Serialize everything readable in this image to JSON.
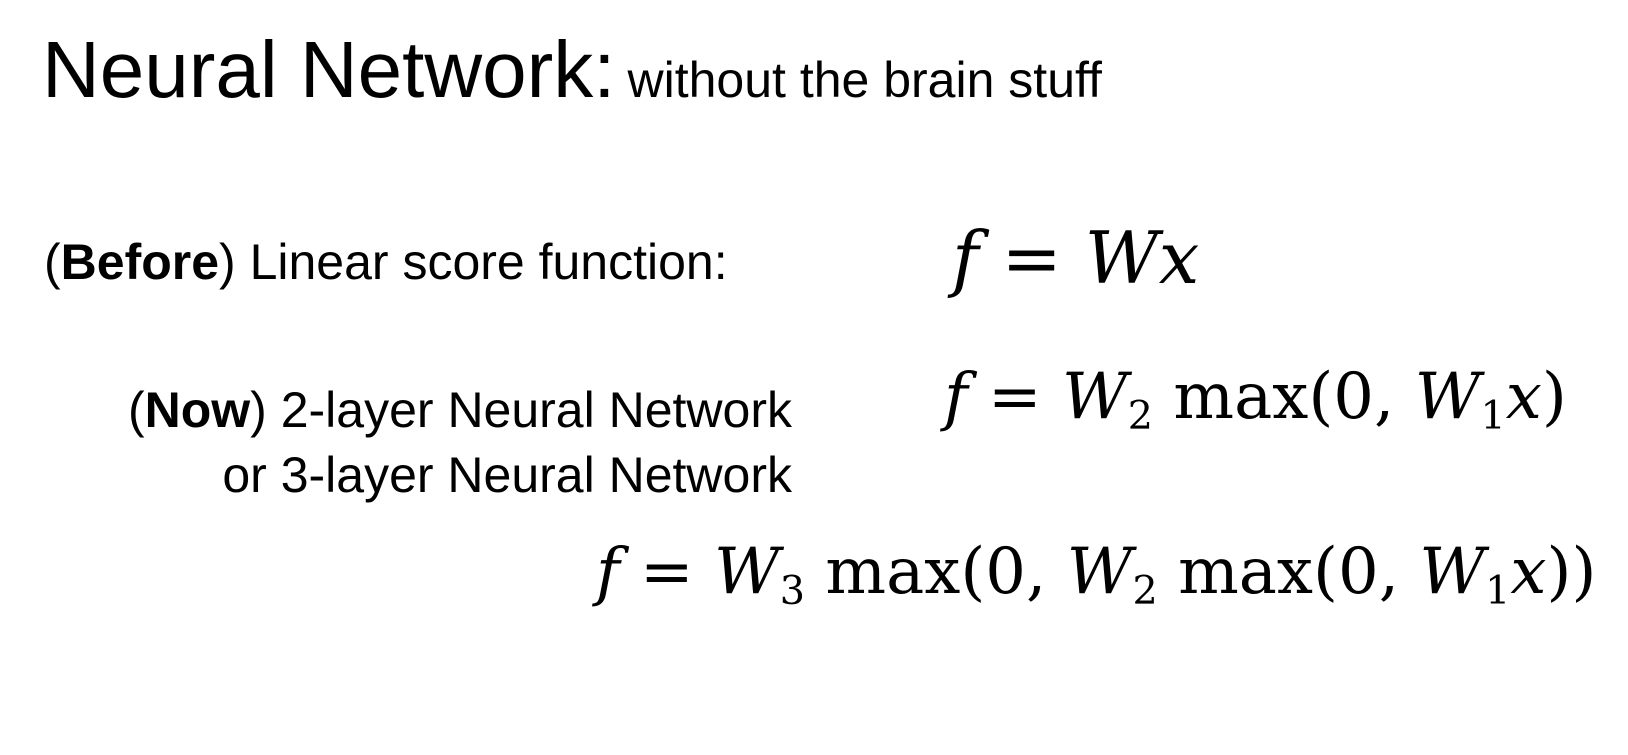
{
  "slide": {
    "title_main": "Neural Network:",
    "title_sub": "without the brain stuff",
    "before": {
      "open_paren": "(",
      "bold": "Before",
      "rest": ") Linear score function:"
    },
    "now": {
      "open_paren": "(",
      "bold": "Now",
      "rest": ") 2-layer Neural Network",
      "line2": "or 3-layer Neural Network"
    },
    "formulas": {
      "linear": {
        "f": "f",
        "eq": " = ",
        "W": "W",
        "x": "x"
      },
      "two_layer": {
        "f": "f",
        "eq": " = ",
        "W2": "W",
        "W2_sub": "2",
        "max_open": " max(0, ",
        "W1": "W",
        "W1_sub": "1",
        "x": "x",
        "close": ")"
      },
      "three_layer": {
        "f": "f",
        "eq": " = ",
        "W3": "W",
        "W3_sub": "3",
        "max_open1": " max(0, ",
        "W2": "W",
        "W2_sub": "2",
        "max_open2": " max(0, ",
        "W1": "W",
        "W1_sub": "1",
        "x": "x",
        "close": "))"
      }
    }
  }
}
